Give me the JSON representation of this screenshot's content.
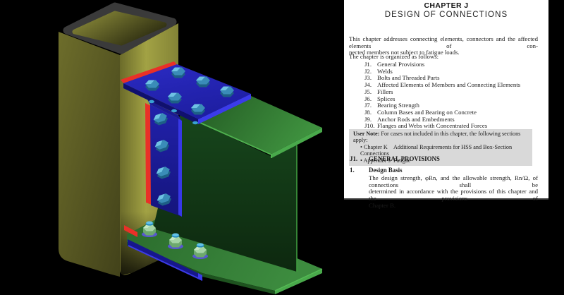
{
  "document": {
    "chapter_label": "CHAPTER J",
    "title": "DESIGN OF CONNECTIONS",
    "intro": {
      "lines": [
        "This chapter addresses connecting elements, connectors and the affected elements of con-",
        "nected members not subject to fatigue loads."
      ]
    },
    "organized": "The chapter is organized as follows:",
    "sections": [
      {
        "num": "J1.",
        "label": "General Provisions"
      },
      {
        "num": "J2.",
        "label": "Welds"
      },
      {
        "num": "J3.",
        "label": "Bolts and Threaded Parts"
      },
      {
        "num": "J4.",
        "label": "Affected Elements of Members and Connecting Elements"
      },
      {
        "num": "J5.",
        "label": "Fillers"
      },
      {
        "num": "J6.",
        "label": "Splices"
      },
      {
        "num": "J7.",
        "label": "Bearing Strength"
      },
      {
        "num": "J8.",
        "label": "Column Bases and Bearing on Concrete"
      },
      {
        "num": "J9.",
        "label": "Anchor Rods and Embedments"
      },
      {
        "num": "J10.",
        "label": "Flanges and Webs with Concentrated Forces"
      }
    ],
    "user_note": {
      "label": "User Note:",
      "text": " For cases not included in this chapter, the following sections apply:",
      "rows": [
        {
          "ref": "• Chapter K",
          "desc": "Additional Requirements for HSS and Box-Section Connections"
        },
        {
          "ref": "• Appendix 3",
          "desc": "Fatigue"
        }
      ]
    },
    "j1": {
      "num": "J1.",
      "title": "GENERAL PROVISIONS"
    },
    "design_basis": {
      "num": "1.",
      "title": "Design Basis",
      "lines": [
        "The design strength, φRn, and the allowable strength, Rn/Ω, of connections shall be",
        "determined in accordance with the provisions of this chapter and the provisions of",
        "Chapter B."
      ]
    }
  },
  "model": {
    "description": "3D rendering of a bolted and welded beam-to-column moment connection: wide-flange beam framing into a square HSS column with flange plates and a web plate",
    "parts": {
      "column": "square HSS column",
      "beam": "wide-flange I-beam",
      "top_plate": "top flange connection plate",
      "web_plate": "web shear plate",
      "bottom_plate": "bottom flange plate",
      "welds": "fillet welds at column face"
    },
    "bolt_counts": {
      "top_plate": 6,
      "web_plate": 4,
      "bottom_flange": 3
    },
    "palette": {
      "background": "#000000",
      "column_yellow": "#8f8f3a",
      "beam_green": "#2e7030",
      "beam_green_bright": "#4aa84a",
      "plate_blue": "#2222b4",
      "plate_blue_bright": "#3b3bea",
      "weld_red": "#e93028",
      "bolt_teal": "#3a8cb8",
      "nut_green": "#a5d4a5",
      "washer_violet": "#5858d0",
      "page_bg": "#ffffff",
      "usernote_bg": "#d9d9d9"
    }
  }
}
